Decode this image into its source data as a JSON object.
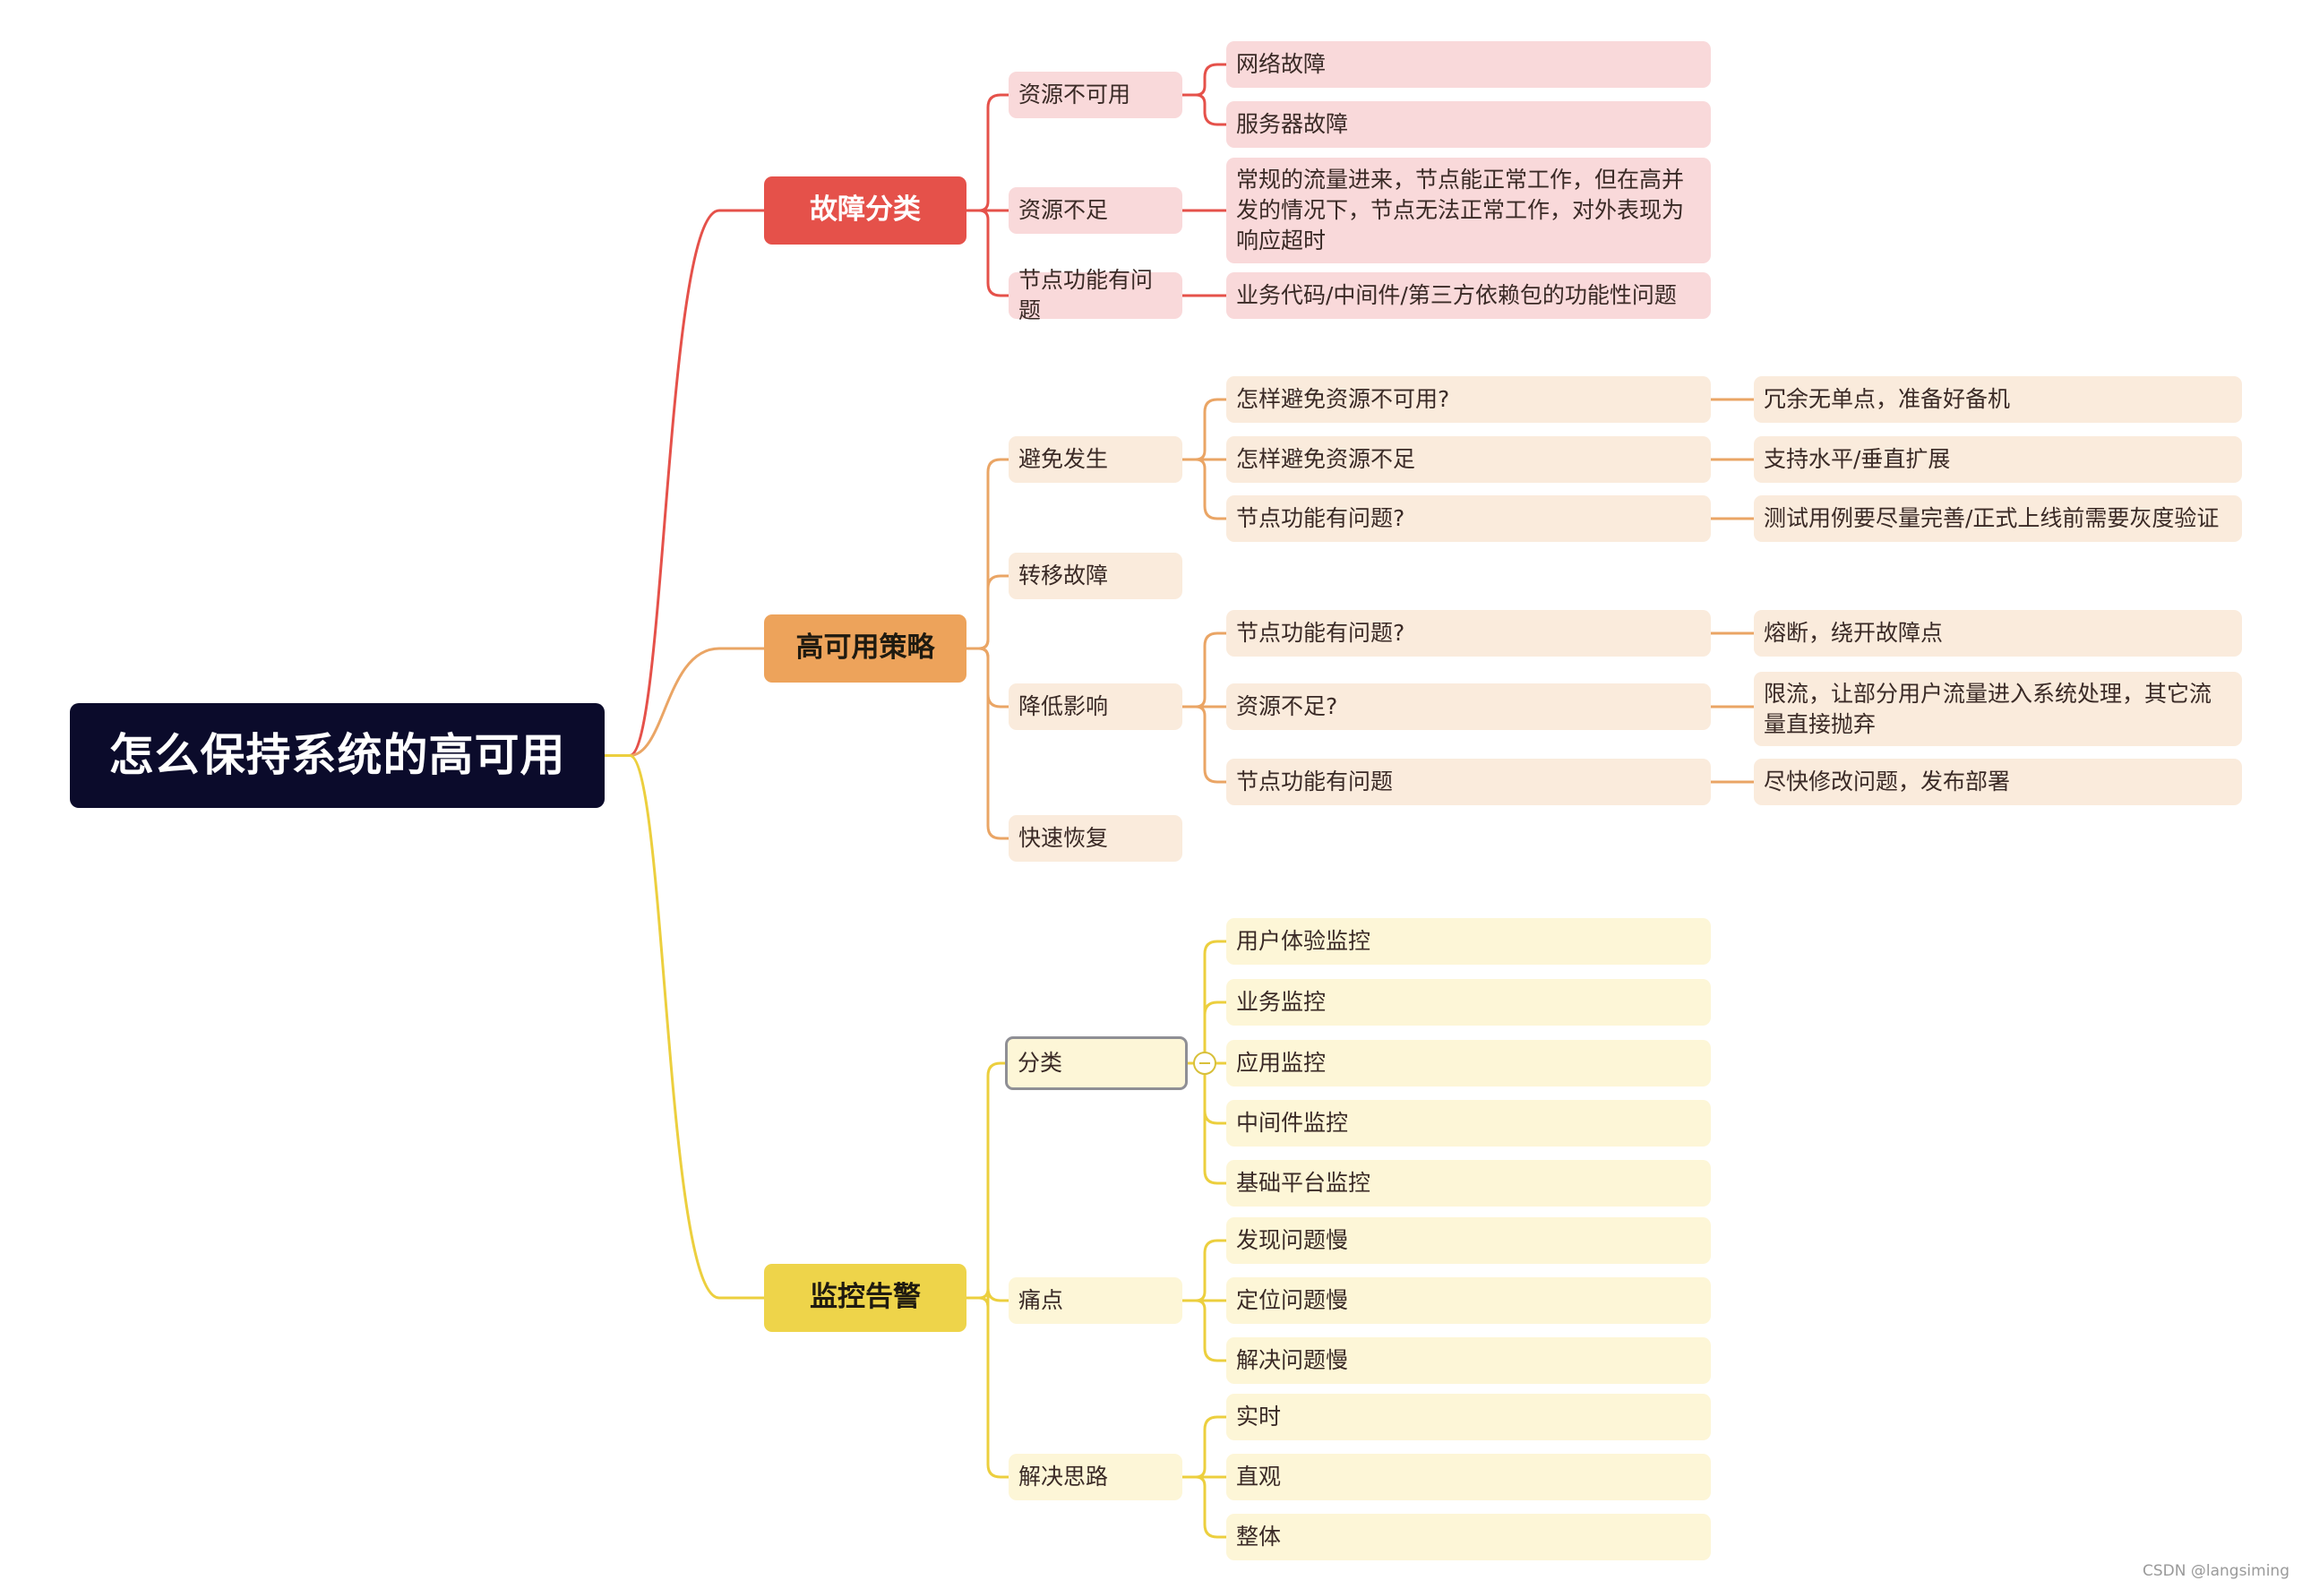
{
  "root": "怎么保持系统的高可用",
  "colors": {
    "root_bg": "#0b0b2b",
    "fault": {
      "main": "#e5514a",
      "line": "#e5514a",
      "light": "#f9d9da"
    },
    "ha": {
      "main": "#eda35b",
      "line": "#eaa565",
      "light": "#faebdc"
    },
    "monitor": {
      "main": "#eed44a",
      "line": "#eccf3e",
      "light": "#fdf6d7"
    }
  },
  "branches": [
    {
      "label": "故障分类",
      "theme": "fault",
      "children": [
        {
          "label": "资源不可用",
          "children": [
            {
              "label": "网络故障"
            },
            {
              "label": "服务器故障"
            }
          ]
        },
        {
          "label": "资源不足",
          "children": [
            {
              "label": "常规的流量进来，节点能正常工作，但在高并发的情况下，节点无法正常工作，对外表现为响应超时"
            }
          ]
        },
        {
          "label": "节点功能有问题",
          "children": [
            {
              "label": "业务代码/中间件/第三方依赖包的功能性问题"
            }
          ]
        }
      ]
    },
    {
      "label": "高可用策略",
      "theme": "ha",
      "children": [
        {
          "label": "避免发生",
          "children": [
            {
              "label": "怎样避免资源不可用?",
              "children": [
                {
                  "label": "冗余无单点，准备好备机"
                }
              ]
            },
            {
              "label": "怎样避免资源不足",
              "children": [
                {
                  "label": "支持水平/垂直扩展"
                }
              ]
            },
            {
              "label": "节点功能有问题?",
              "children": [
                {
                  "label": "测试用例要尽量完善/正式上线前需要灰度验证"
                }
              ]
            }
          ]
        },
        {
          "label": "转移故障"
        },
        {
          "label": "降低影响",
          "children": [
            {
              "label": "节点功能有问题?",
              "children": [
                {
                  "label": "熔断，绕开故障点"
                }
              ]
            },
            {
              "label": "资源不足?",
              "children": [
                {
                  "label": "限流，让部分用户流量进入系统处理，其它流量直接抛弃"
                }
              ]
            },
            {
              "label": "节点功能有问题",
              "children": [
                {
                  "label": "尽快修改问题，发布部署"
                }
              ]
            }
          ]
        },
        {
          "label": "快速恢复"
        }
      ]
    },
    {
      "label": "监控告警",
      "theme": "monitor",
      "children": [
        {
          "label": "分类",
          "selected": true,
          "children": [
            {
              "label": "用户体验监控"
            },
            {
              "label": "业务监控"
            },
            {
              "label": "应用监控"
            },
            {
              "label": "中间件监控"
            },
            {
              "label": "基础平台监控"
            }
          ]
        },
        {
          "label": "痛点",
          "children": [
            {
              "label": "发现问题慢"
            },
            {
              "label": "定位问题慢"
            },
            {
              "label": "解决问题慢"
            }
          ]
        },
        {
          "label": "解决思路",
          "children": [
            {
              "label": "实时"
            },
            {
              "label": "直观"
            },
            {
              "label": "整体"
            }
          ]
        }
      ]
    }
  ],
  "watermark": "CSDN @langsiming"
}
